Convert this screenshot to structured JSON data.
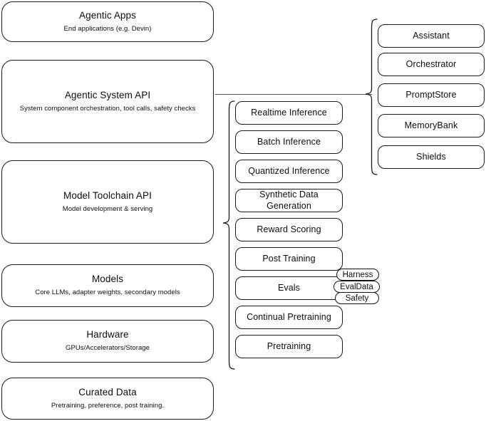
{
  "diagram": {
    "title": "LLM Stack Architecture Diagram",
    "stroke_color": "#1a1a1a",
    "connector_color": "#55585c",
    "background": "#ffffff"
  },
  "stack_layers": [
    {
      "title": "Agentic Apps",
      "subtitle": "End applications (e.g. Devin)"
    },
    {
      "title": "Agentic System API",
      "subtitle": "System component orchestration, tool calls, safety checks"
    },
    {
      "title": "Model Toolchain API",
      "subtitle": "Model development & serving"
    },
    {
      "title": "Models",
      "subtitle": "Core LLMs, adapter weights, secondary models"
    },
    {
      "title": "Hardware",
      "subtitle": "GPUs/Accelerators/Storage"
    },
    {
      "title": "Curated Data",
      "subtitle": "Pretraining, preference, post training."
    }
  ],
  "toolchain_capabilities": [
    {
      "label": "Realtime Inference"
    },
    {
      "label": "Batch Inference"
    },
    {
      "label": "Quantized Inference"
    },
    {
      "label": "Synthetic Data Generation"
    },
    {
      "label": "Reward Scoring"
    },
    {
      "label": "Post Training"
    },
    {
      "label": "Evals"
    },
    {
      "label": "Continual Pretraining"
    },
    {
      "label": "Pretraining"
    }
  ],
  "eval_subcomponents": [
    {
      "label": "Harness"
    },
    {
      "label": "EvalData"
    },
    {
      "label": "Safety"
    }
  ],
  "agentic_system_components": [
    {
      "label": "Assistant"
    },
    {
      "label": "Orchestrator"
    },
    {
      "label": "PromptStore"
    },
    {
      "label": "MemoryBank"
    },
    {
      "label": "Shields"
    }
  ]
}
